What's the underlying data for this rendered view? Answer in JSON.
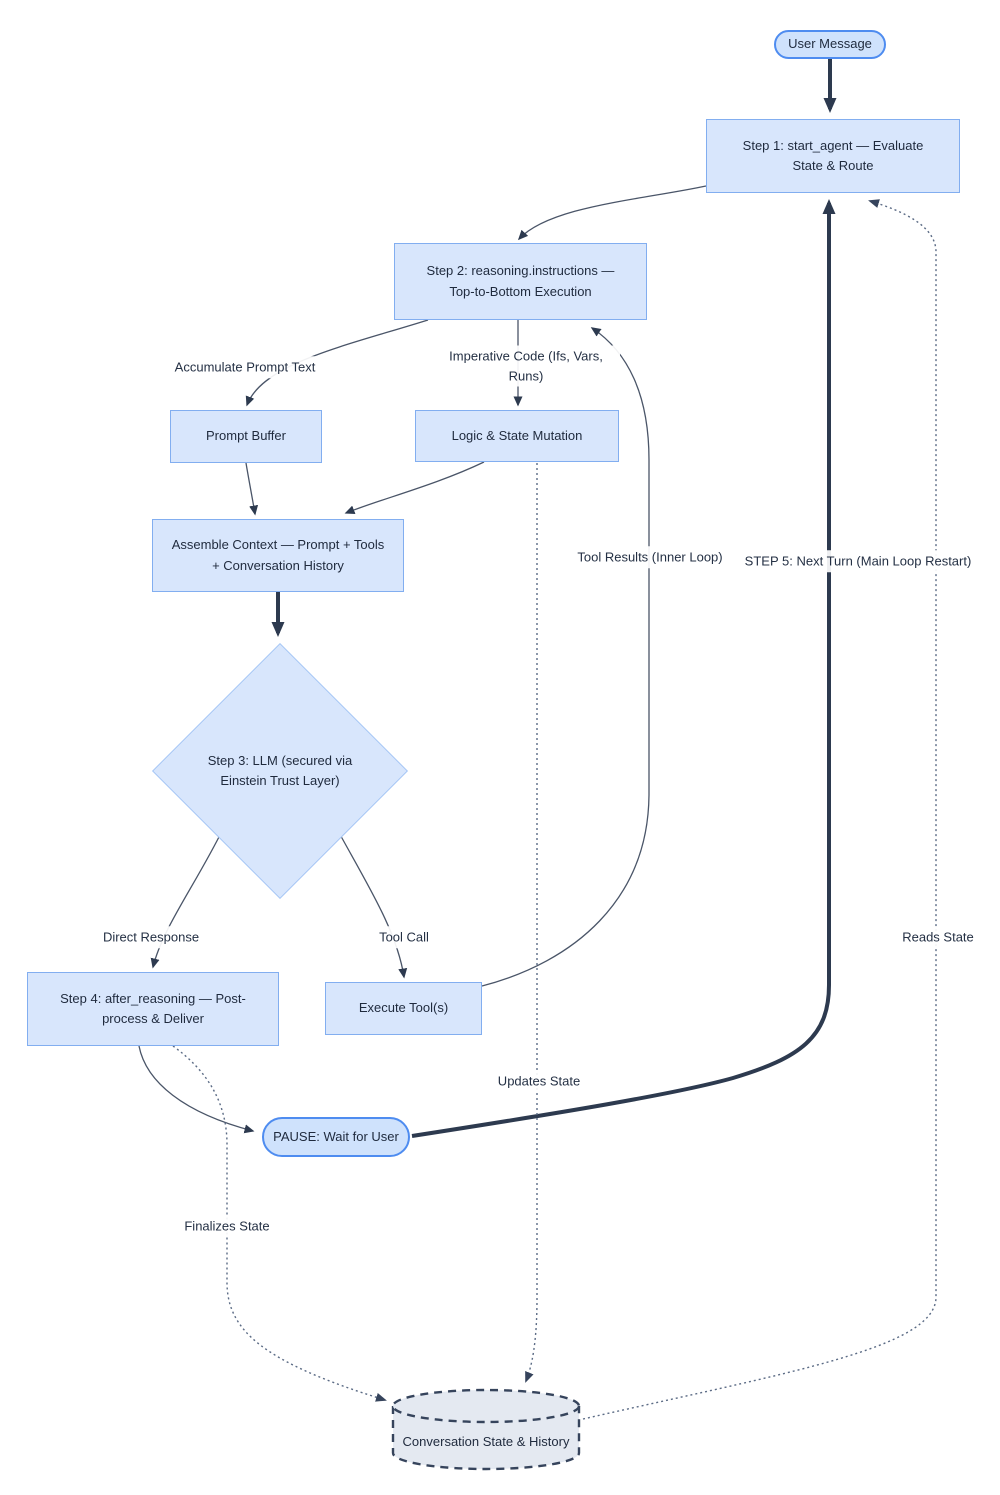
{
  "diagram": {
    "title": "Agent reasoning main-loop flowchart",
    "nodes": {
      "user_message": {
        "label": "User Message",
        "shape": "stadium"
      },
      "step1": {
        "label": "Step 1: start_agent — Evaluate State & Route",
        "shape": "rect"
      },
      "step2": {
        "label": "Step 2: reasoning.instructions — Top-to-Bottom Execution",
        "shape": "rect"
      },
      "prompt_buffer": {
        "label": "Prompt Buffer",
        "shape": "rect"
      },
      "logic_state_mutation": {
        "label": "Logic & State Mutation",
        "shape": "rect"
      },
      "assemble_context": {
        "label": "Assemble Context — Prompt + Tools + Conversation History",
        "shape": "rect"
      },
      "step3_llm": {
        "label": "Step 3: LLM (secured via Einstein Trust Layer)",
        "shape": "diamond"
      },
      "step4": {
        "label": "Step 4: after_reasoning — Post-process & Deliver",
        "shape": "rect"
      },
      "execute_tools": {
        "label": "Execute Tool(s)",
        "shape": "rect"
      },
      "pause_wait": {
        "label": "PAUSE: Wait for User",
        "shape": "stadium"
      },
      "conversation_state": {
        "label": "Conversation State & History",
        "shape": "cylinder-dashed"
      }
    },
    "edge_labels": {
      "accumulate_prompt_text": "Accumulate Prompt Text",
      "imperative_code": "Imperative Code (Ifs, Vars, Runs)",
      "tool_results": "Tool Results (Inner Loop)",
      "step5_next_turn": "STEP 5: Next Turn (Main Loop Restart)",
      "direct_response": "Direct Response",
      "tool_call": "Tool Call",
      "reads_state": "Reads State",
      "updates_state": "Updates State",
      "finalizes_state": "Finalizes State"
    },
    "colors": {
      "node_fill": "#d8e6fc",
      "node_border": "#82aef0",
      "stadium_border": "#4e8cf0",
      "diamond_border": "#a7c7f5",
      "cylinder_fill": "#e4e9f1",
      "cylinder_border": "#36445c",
      "edge_thin": "#4a5568",
      "edge_thick": "#2d3a4f",
      "edge_dotted": "#5b6b85",
      "text": "#1f2a3d",
      "background": "#ffffff"
    }
  }
}
